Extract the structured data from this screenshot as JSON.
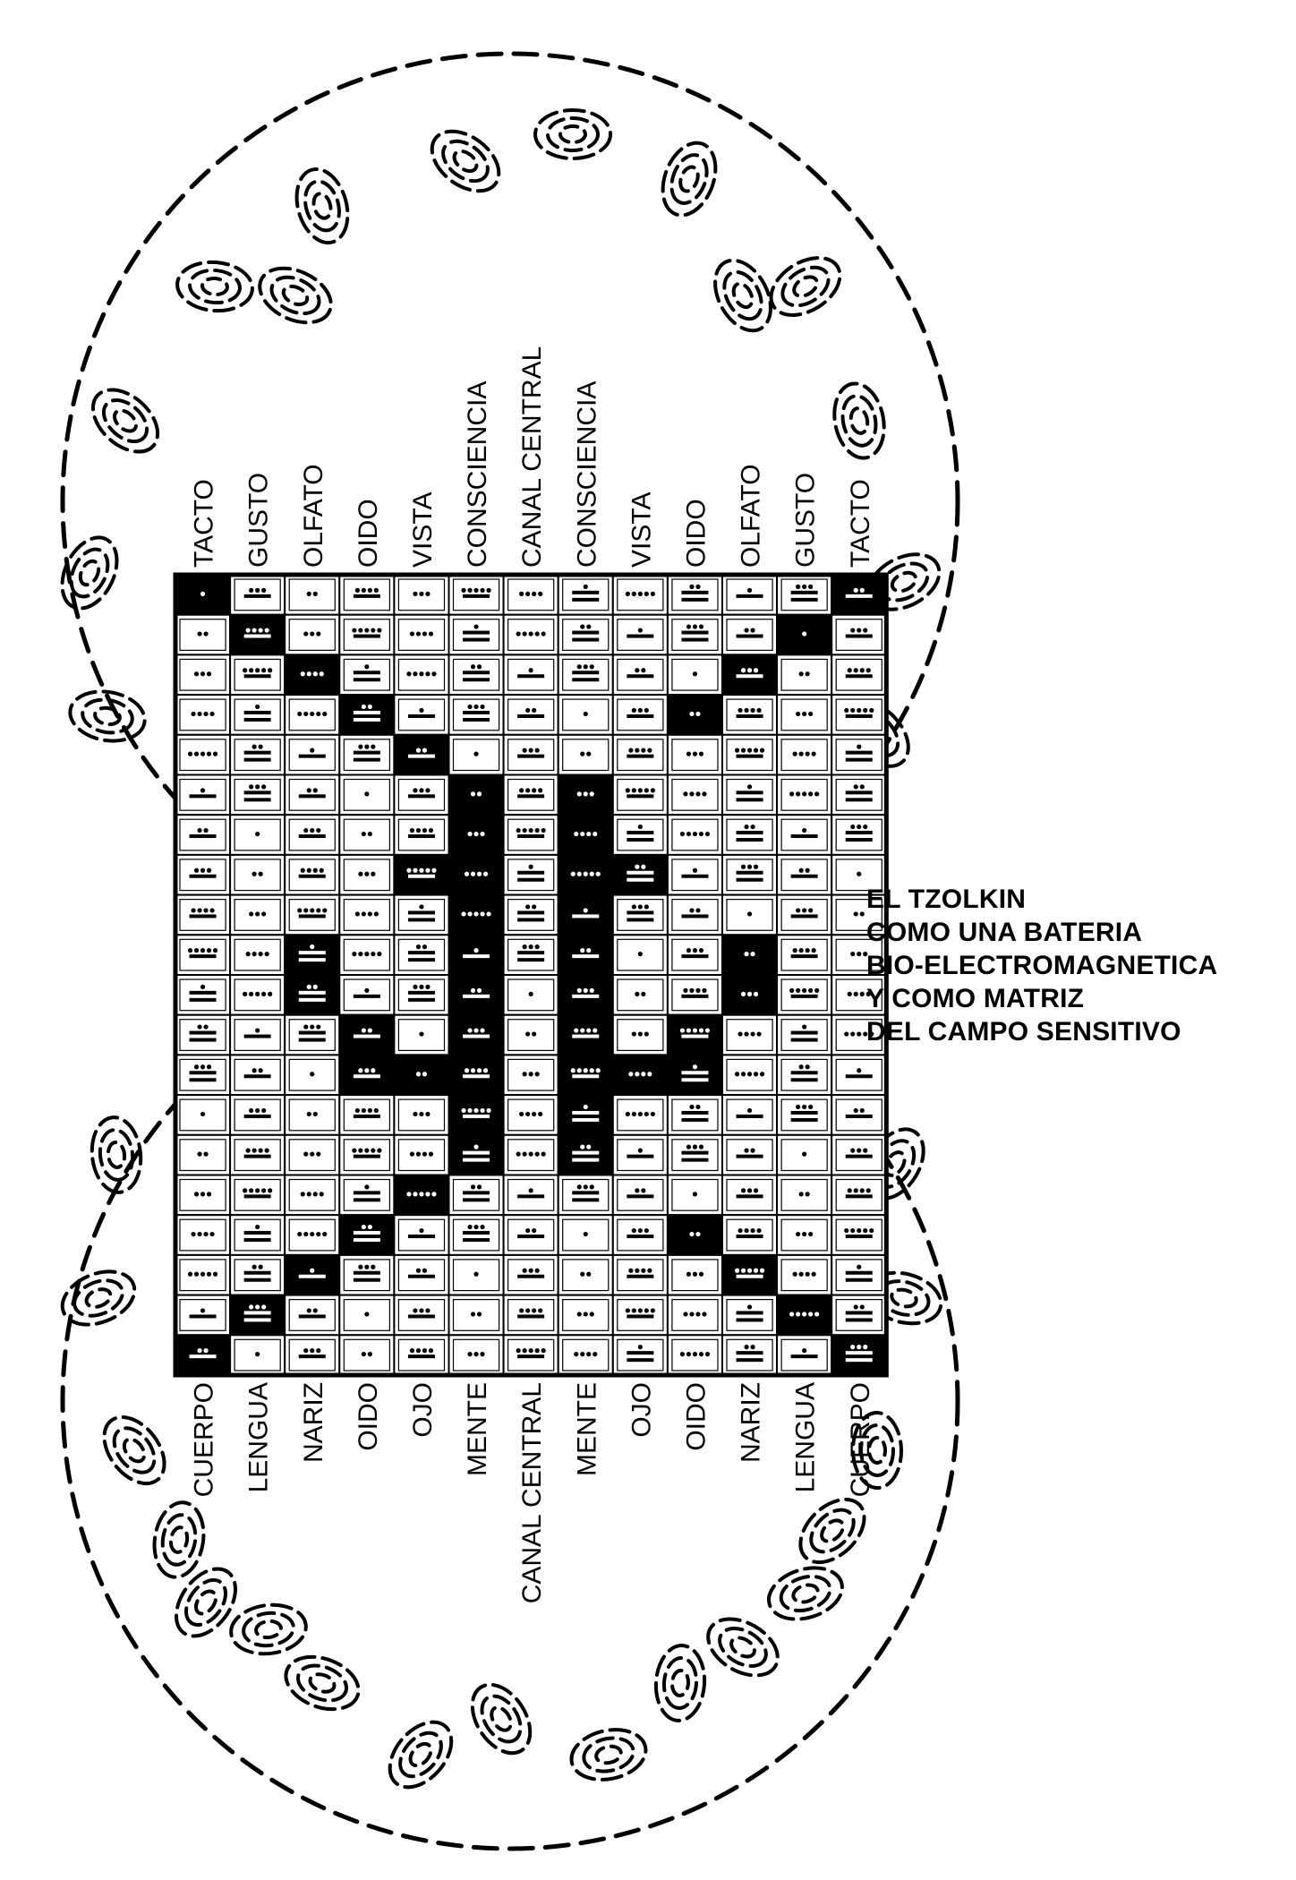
{
  "top_labels": [
    "TACTO",
    "GUSTO",
    "OLFATO",
    "OIDO",
    "VISTA",
    "CONSCIENCIA",
    "CANAL CENTRAL",
    "CONSCIENCIA",
    "VISTA",
    "OIDO",
    "OLFATO",
    "GUSTO",
    "TACTO"
  ],
  "bottom_labels": [
    "CUERPO",
    "LENGUA",
    "NARIZ",
    "OIDO",
    "OJO",
    "MENTE",
    "CANAL CENTRAL",
    "MENTE",
    "OJO",
    "OIDO",
    "NARIZ",
    "LENGUA",
    "CUERPO"
  ],
  "caption": {
    "line1": "EL TZOLKIN",
    "line2": "COMO UNA BATERIA",
    "line3": "BIO-ELECTROMAGNETICA",
    "line4": "Y COMO MATRIZ",
    "line5": "DEL CAMPO SENSITIVO"
  },
  "grid": {
    "columns": 13,
    "rows": 20
  },
  "colors": {
    "ink": "#000000",
    "paper": "#ffffff"
  }
}
